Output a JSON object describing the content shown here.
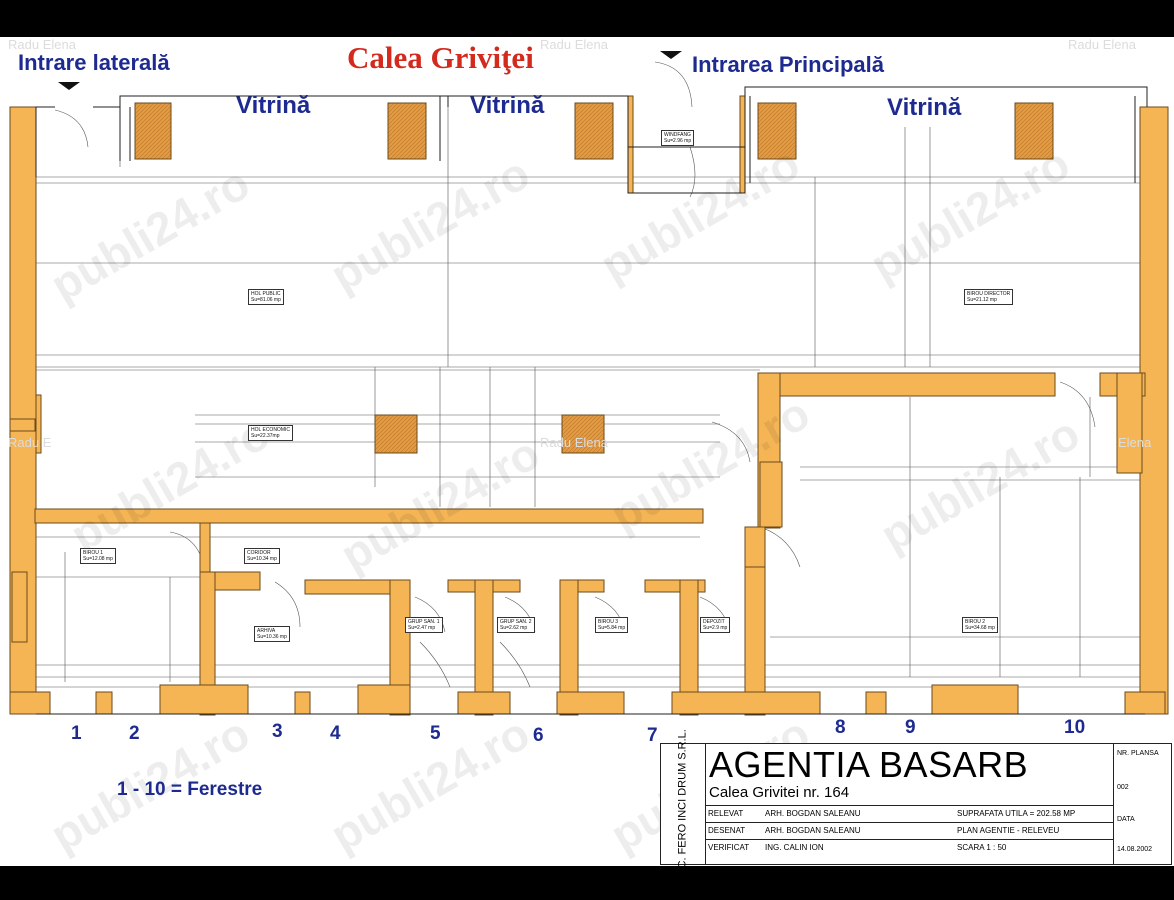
{
  "titles": {
    "side_entrance": "Intrare laterală",
    "street": "Calea Griviţei",
    "main_entrance": "Intrarea Principală",
    "vitrina_labels": [
      "Vitrină",
      "Vitrină",
      "Vitrină"
    ]
  },
  "window_numbers": [
    "1",
    "2",
    "3",
    "4",
    "5",
    "6",
    "7",
    "8",
    "9",
    "10"
  ],
  "legend": "1 - 10 = Ferestre",
  "watermarks": {
    "top_left": "Radu Elena",
    "top_mid": "Radu Elena",
    "top_right": "Radu Elena",
    "mid_left": "Radu E",
    "mid_center": "Radu Elena",
    "mid_right": "Elena",
    "brand": "publi24.ro"
  },
  "rooms": [
    {
      "name": "HOL PUBLIC",
      "area": "Su=81.06 mp"
    },
    {
      "name": "BIROU DIRECTOR",
      "area": "Su=21.12 mp"
    },
    {
      "name": "HOL ECONOMIC",
      "area": "Su=22.37mp"
    },
    {
      "name": "WINDFANG",
      "area": "Su=2.96 mp"
    },
    {
      "name": "BIROU 1",
      "area": "Su=12.08 mp"
    },
    {
      "name": "CORIDOR",
      "area": "Su=10.34 mp"
    },
    {
      "name": "ARHIVA",
      "area": "Su=10.36 mp"
    },
    {
      "name": "GRUP SAN. 1",
      "area": "Su=2.47 mp"
    },
    {
      "name": "GRUP SAN. 2",
      "area": "Su=2.62 mp"
    },
    {
      "name": "BIROU 3",
      "area": "Su=5.84 mp"
    },
    {
      "name": "DEPOZIT",
      "area": "Su=2.9 mp"
    },
    {
      "name": "BIROU 2",
      "area": "Su=34.68 mp"
    }
  ],
  "title_block": {
    "company": "S.C. FERO INCI DRUM S.R.L.",
    "agency": "AGENTIA BASARB",
    "address": "Calea Grivitei nr. 164",
    "rows": [
      {
        "role": "RELEVAT",
        "person": "ARH. BOGDAN SALEANU",
        "info": "SUPRAFATA UTILA = 202.58 MP"
      },
      {
        "role": "DESENAT",
        "person": "ARH. BOGDAN SALEANU",
        "info": "PLAN AGENTIE - RELEVEU"
      },
      {
        "role": "VERIFICAT",
        "person": "ING. CALIN ION",
        "info": "SCARA 1 : 50"
      }
    ],
    "plansa_label": "NR. PLANSA",
    "plansa_value": "002",
    "data_label": "DATA",
    "data_value": "14.08.2002"
  },
  "colors": {
    "wall": "#f5b555",
    "wall_outline": "#6b4a1a",
    "column": "#e79f46",
    "title_blue": "#1d2a8f",
    "title_red": "#d42a1e",
    "line": "#333333"
  }
}
